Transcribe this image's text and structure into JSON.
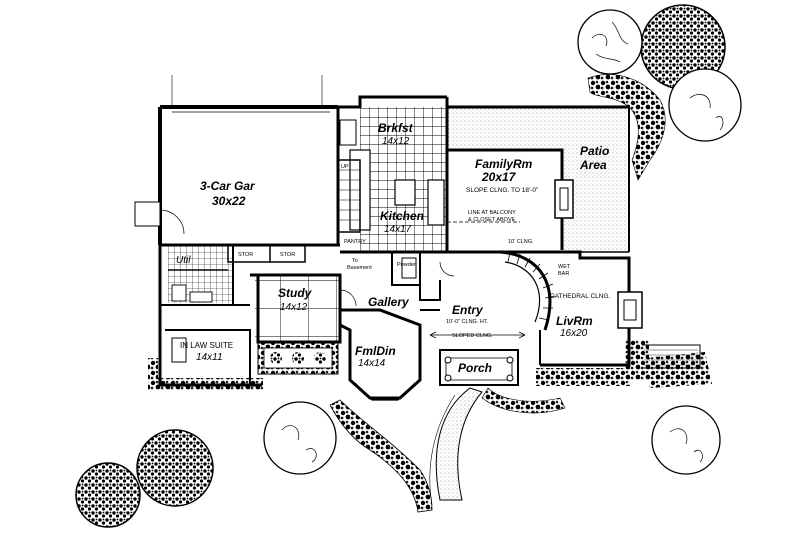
{
  "rooms": {
    "garage": {
      "name": "3-Car Gar",
      "size": "30x22"
    },
    "brkfst": {
      "name": "Brkfst",
      "size": "14x12"
    },
    "kitchen": {
      "name": "Kitchen",
      "size": "14x17"
    },
    "familyrm": {
      "name": "FamilyRm",
      "size": "20x17",
      "note": "SLOPE CLNG. TO 18'-0\""
    },
    "patio": {
      "name": "Patio",
      "name2": "Area"
    },
    "study": {
      "name": "Study",
      "size": "14x12"
    },
    "gallery": {
      "name": "Gallery"
    },
    "entry": {
      "name": "Entry",
      "note": "10'-0\" CLNG. HT."
    },
    "livrm": {
      "name": "LivRm",
      "size": "16x20",
      "note": "CATHEDRAL CLNG."
    },
    "fmldin": {
      "name": "FmlDin",
      "size": "14x14"
    },
    "inlaw": {
      "name": "IN LAW SUITE",
      "size": "14x11"
    },
    "porch": {
      "name": "Porch"
    },
    "util": {
      "name": "Util"
    }
  },
  "notes": {
    "stor1": "STOR",
    "stor2": "STOR",
    "pantry": "PANTRY",
    "to_basement_1": "To",
    "to_basement_2": "Basement",
    "powder": "Powder",
    "up": "UP",
    "balcony_1": "LINE AT BALCONY",
    "balcony_2": "& CLOSET ABOVE",
    "clng10": "10' CLNG.",
    "wetbar_1": "WET",
    "wetbar_2": "BAR",
    "sloped": "SLOPED CLNG."
  }
}
